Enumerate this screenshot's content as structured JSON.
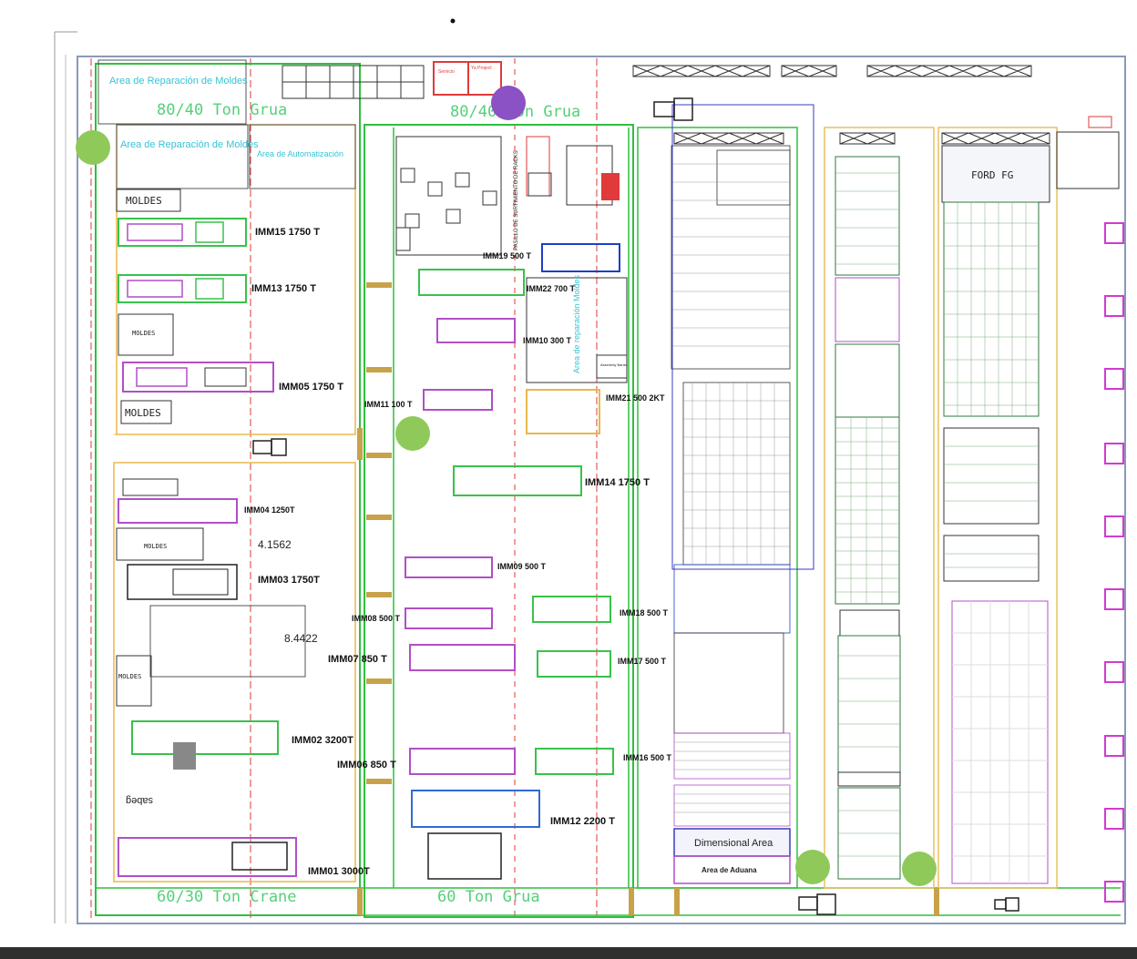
{
  "areas": {
    "repair_top": "Area de Reparación de Moldes",
    "repair_left": "Area de Reparación de Moldes",
    "automation": "Area de Automatización",
    "dimensional": "Dimensional Area",
    "customs": "Area de Aduana",
    "ford_fg": "FORD FG",
    "racks_label": "PASILLO DE SURTIMIENTO DE RACKS",
    "mold_repair_vertical": "Area de reparación Moldes"
  },
  "cranes": {
    "top_left": "80/40 Ton Grua",
    "top_center": "80/40 Ton Grua",
    "bottom_left": "60/30 Ton Crane",
    "bottom_center": "60 Ton Grua"
  },
  "moldes": {
    "m1": "MOLDES",
    "m2": "MOLDES",
    "m3": "MOLDES",
    "m4": "MOLDES",
    "m5": "MOLDES"
  },
  "machines": {
    "imm15": "IMM15 1750 T",
    "imm13": "IMM13  1750 T",
    "imm05": "IMM05 1750 T",
    "imm04": "IMM04 1250T",
    "imm03": "IMM03 1750T",
    "imm02": "IMM02 3200T",
    "imm01": "IMM01 3000T",
    "imm19": "IMM19 500 T",
    "imm22": "IMM22 700 T",
    "imm10": "IMM10 300 T",
    "imm11": "IMM11 100 T",
    "imm21": "IMM21 500 2KT",
    "imm14": "IMM14 1750 T",
    "imm09": "IMM09 500 T",
    "imm08": "IMM08 500 T",
    "imm18": "IMM18 500 T",
    "imm07": "IMM07 850 T",
    "imm17": "IMM17 500 T",
    "imm06": "IMM06 850 T",
    "imm16": "IMM16 500 T",
    "imm12": "IMM12 2200 T"
  },
  "dimensions": {
    "d1": "4.1562",
    "d2": "8.4422"
  },
  "misc": {
    "pages": "sabeg",
    "office1": "Servicio",
    "office2": "Ya Project",
    "assembly": "Assembly Banks"
  },
  "markers": {
    "green": "#8fc95a",
    "purple": "#8a52c4"
  }
}
